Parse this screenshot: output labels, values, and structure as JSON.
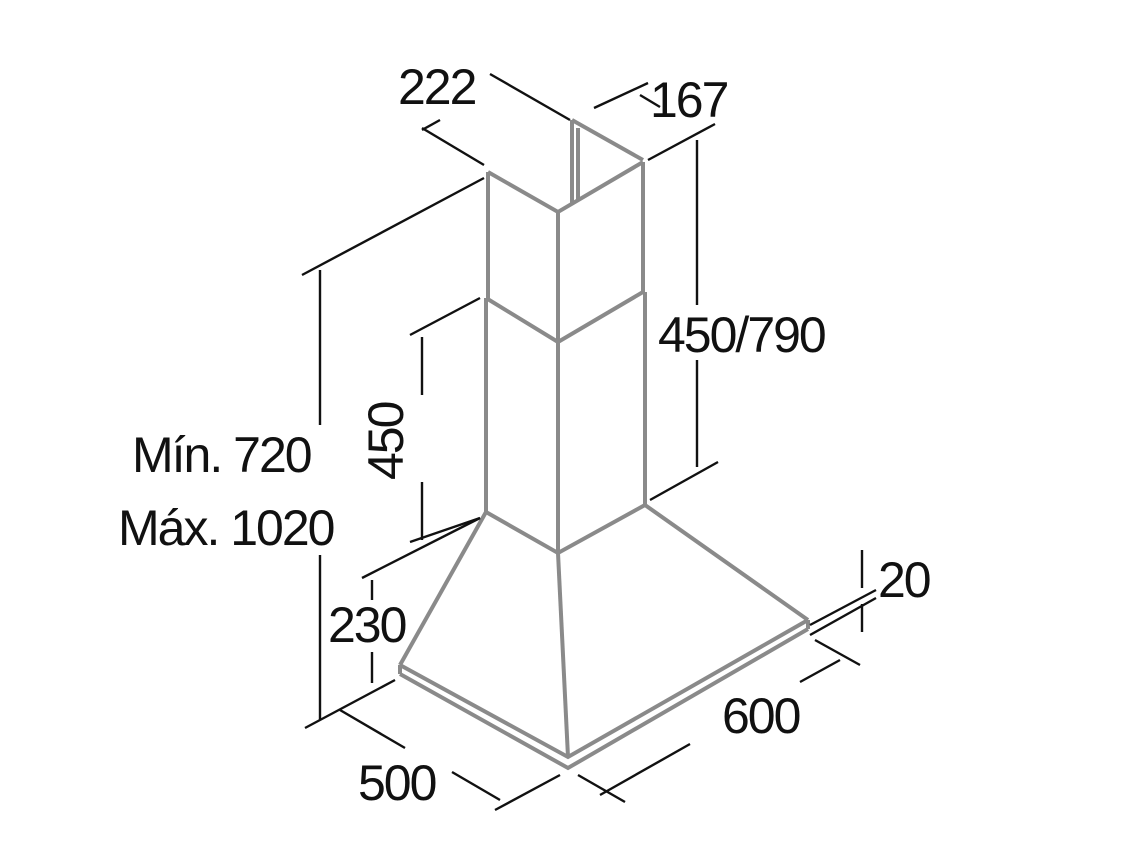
{
  "dimensions": {
    "chimney_width": "222",
    "chimney_depth": "167",
    "upper_chimney_height": "450/790",
    "lower_chimney_height": "450",
    "total_height_min": "Mín. 720",
    "total_height_max": "Máx. 1020",
    "canopy_height": "230",
    "base_thickness": "20",
    "hood_depth": "500",
    "hood_width": "600"
  },
  "colors": {
    "hood_outline": "#8a8a8a",
    "dimension_lines": "#111111",
    "background": "#ffffff"
  }
}
